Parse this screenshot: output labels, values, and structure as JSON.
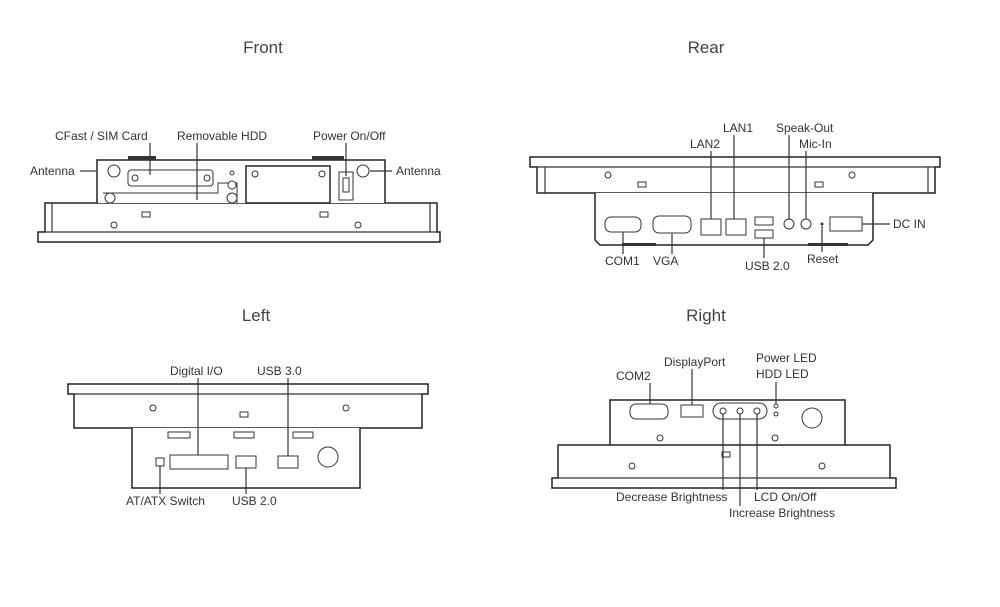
{
  "views": {
    "front": {
      "title": "Front",
      "labels": {
        "cfast_sim": "CFast / SIM Card",
        "hdd": "Removable HDD",
        "power": "Power On/Off",
        "antenna_left": "Antenna",
        "antenna_right": "Antenna"
      }
    },
    "rear": {
      "title": "Rear",
      "labels": {
        "lan1": "LAN1",
        "lan2": "LAN2",
        "speak_out": "Speak-Out",
        "mic_in": "Mic-In",
        "dc_in": "DC IN",
        "com1": "COM1",
        "vga": "VGA",
        "usb20": "USB 2.0",
        "reset": "Reset"
      }
    },
    "left": {
      "title": "Left",
      "labels": {
        "dio": "Digital I/O",
        "usb30": "USB 3.0",
        "atx": "AT/ATX Switch",
        "usb20": "USB 2.0"
      }
    },
    "right": {
      "title": "Right",
      "labels": {
        "com2": "COM2",
        "dp": "DisplayPort",
        "power_led": "Power LED",
        "hdd_led": "HDD LED",
        "dec_bright": "Decrease Brightness",
        "lcd": "LCD On/Off",
        "inc_bright": "Increase Brightness"
      }
    }
  }
}
